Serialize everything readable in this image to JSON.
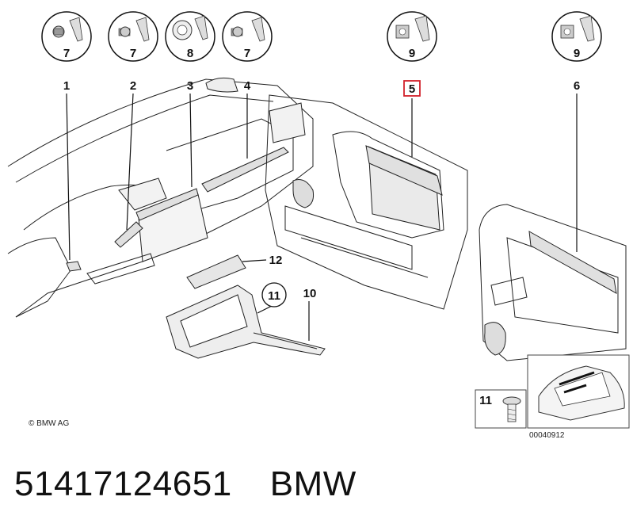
{
  "callouts": {
    "c1": "1",
    "c2": "2",
    "c3": "3",
    "c4": "4",
    "c5": "5",
    "c6": "6",
    "c10": "10",
    "c11": "11",
    "c12": "12"
  },
  "bubbles": [
    {
      "label": "7"
    },
    {
      "label": "7"
    },
    {
      "label": "8"
    },
    {
      "label": "7"
    },
    {
      "label": "9"
    },
    {
      "label": "9"
    }
  ],
  "inset": {
    "label": "11"
  },
  "highlight_color": "#d2202a",
  "copyright": "© BMW AG",
  "diagram_number": "00040912",
  "footer": {
    "part_number": "51417124651",
    "brand": "BMW"
  }
}
